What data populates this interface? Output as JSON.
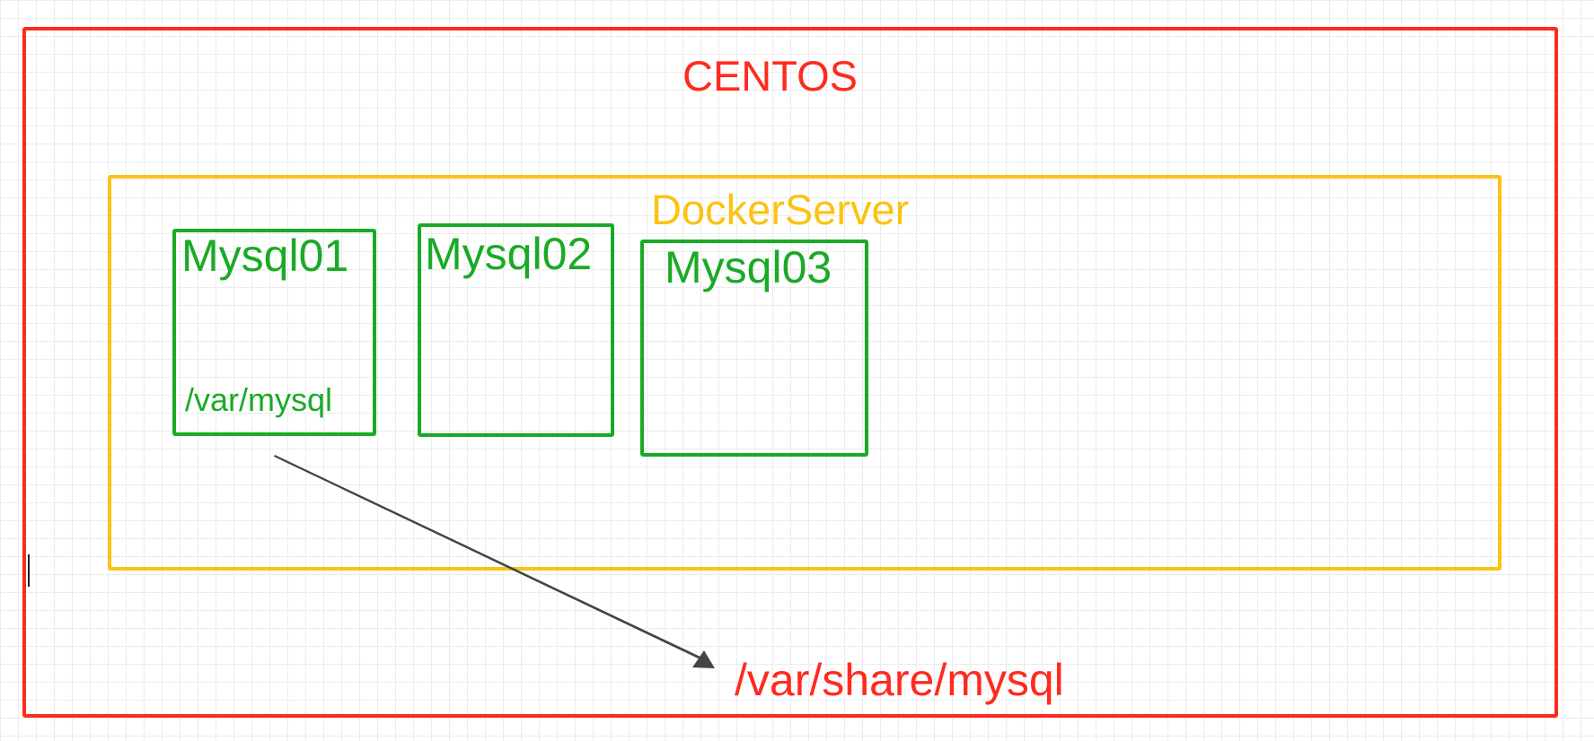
{
  "host": {
    "label": "CENTOS",
    "color": "#ff2a1f"
  },
  "docker_server": {
    "label": "DockerServer",
    "color": "#fcc214"
  },
  "containers": [
    {
      "label": "Mysql01",
      "path": "/var/mysql"
    },
    {
      "label": "Mysql02"
    },
    {
      "label": "Mysql03"
    }
  ],
  "container_color": "#1aaa26",
  "mount": {
    "target_path": "/var/share/mysql",
    "arrow_color": "#444444"
  }
}
